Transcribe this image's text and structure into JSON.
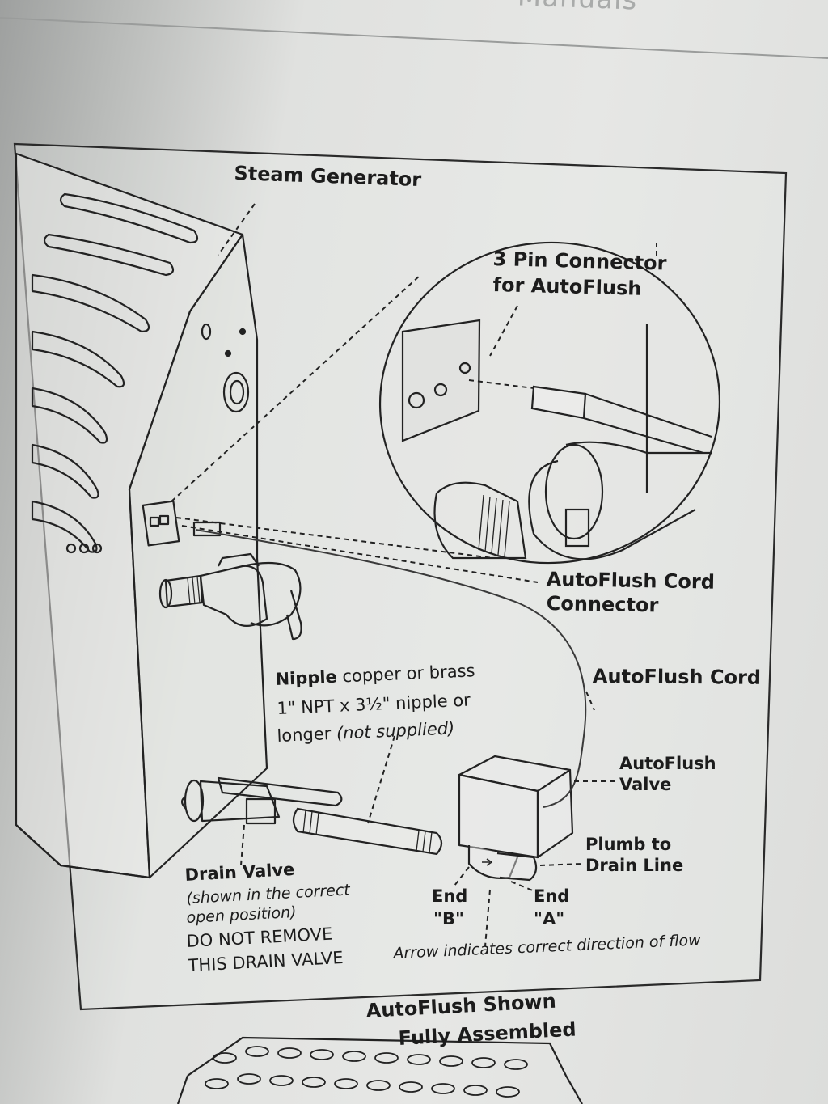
{
  "header": {
    "title": "Manuals"
  },
  "diagram": {
    "steam_generator": "Steam Generator",
    "pin_connector_line1": "3 Pin Connector",
    "pin_connector_line2": "for AutoFlush",
    "cord_connector_line1": "AutoFlush Cord",
    "cord_connector_line2": "Connector",
    "cord": "AutoFlush Cord",
    "valve_line1": "AutoFlush",
    "valve_line2": "Valve",
    "nipple_bold": "Nipple",
    "nipple_line1_rest": "copper or brass",
    "nipple_line2": "1\" NPT x 3½\" nipple or",
    "nipple_line3": "longer",
    "nipple_line3_italic": "(not supplied)",
    "plumb_line1": "Plumb to",
    "plumb_line2": "Drain Line",
    "drain_valve": "Drain Valve",
    "drain_note_line1": "(shown in the correct",
    "drain_note_line2": "open position)",
    "do_not_line1": "DO NOT REMOVE",
    "do_not_line2": "THIS DRAIN VALVE",
    "end_b_line1": "End",
    "end_b_line2": "\"B\"",
    "end_a_line1": "End",
    "end_a_line2": "\"A\"",
    "arrow_note": "Arrow indicates correct direction of flow"
  },
  "caption": {
    "line1": "AutoFlush Shown",
    "line2": "Fully Assembled"
  }
}
